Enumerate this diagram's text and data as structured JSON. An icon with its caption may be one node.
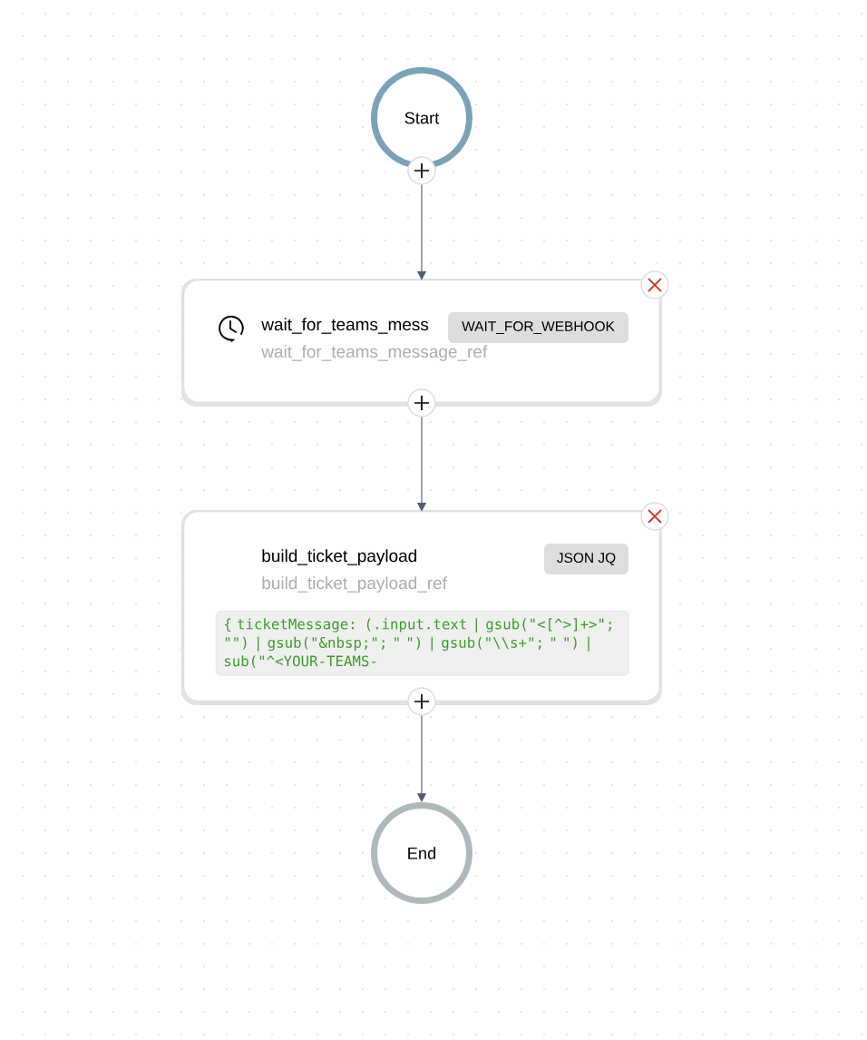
{
  "diagram": {
    "nodes": [
      {
        "text": [
          "Start"
        ]
      },
      {
        "text": [
          "wait_for_teams_mess",
          "wait_for_teams_message_ref"
        ]
      },
      {
        "text": [
          "WAIT_FOR_WEBHOOK"
        ],
        "in": 1
      },
      {
        "text": [
          "build_ticket_payload",
          "build_ticket_payload_ref"
        ]
      },
      {
        "text": [
          "JSON JQ"
        ],
        "in": 3
      },
      {
        "text": [
          "{ ticketMessage: (.input.text | gsub(\"<[^>]+>\"; \"\") | gsub(\"&nbsp;\"; \" \") | gsub(\"\\\\s+\"; \" \") | sub(\"^<YOUR-TEAMS-"
        ],
        "in": 3
      },
      {
        "text": [
          "End"
        ]
      }
    ],
    "edges": [
      {
        "from": 0,
        "to": 1,
        "arrow": "to"
      },
      {
        "from": 1,
        "to": 3,
        "arrow": "to"
      },
      {
        "from": 3,
        "to": 6,
        "arrow": "to"
      }
    ]
  }
}
